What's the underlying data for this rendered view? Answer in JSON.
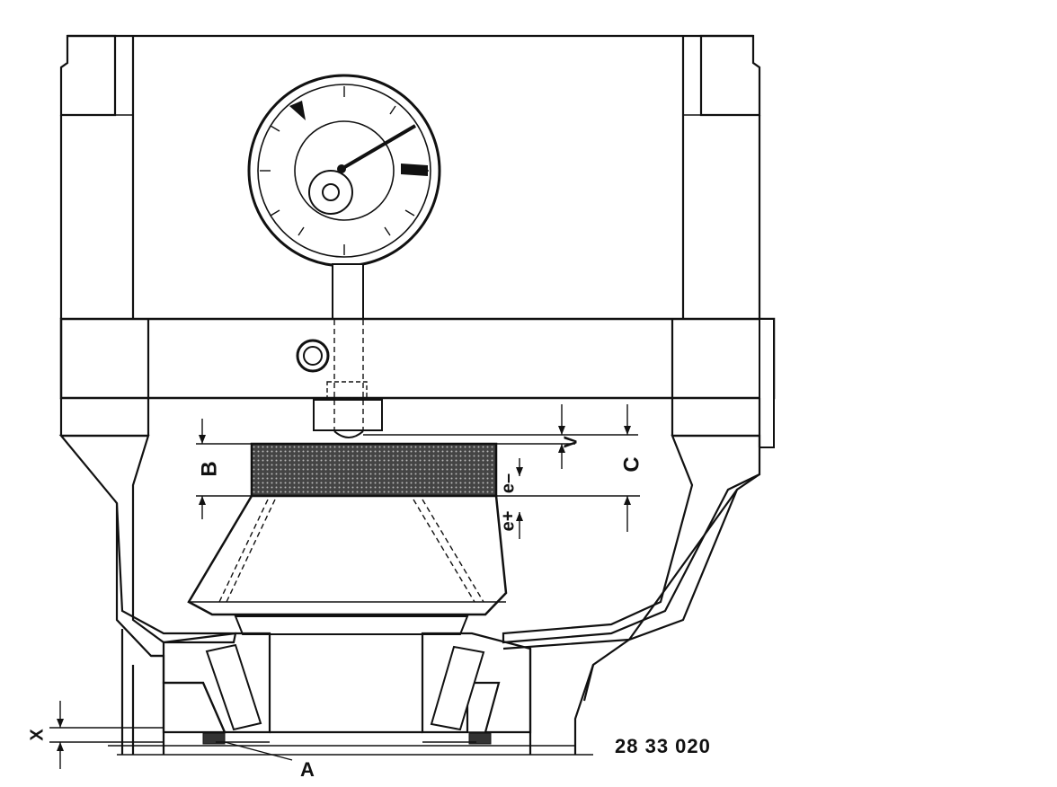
{
  "labels": {
    "x": "X",
    "a": "A",
    "b": "B",
    "c": "C",
    "v": "V",
    "e_minus": "e–",
    "e_plus": "e+"
  },
  "figure_number": "28 33 020",
  "colors": {
    "ink": "#111111",
    "paper": "#ffffff",
    "shim": "#3a3a3a"
  },
  "icons": {
    "gauge": "dial-indicator-icon"
  }
}
